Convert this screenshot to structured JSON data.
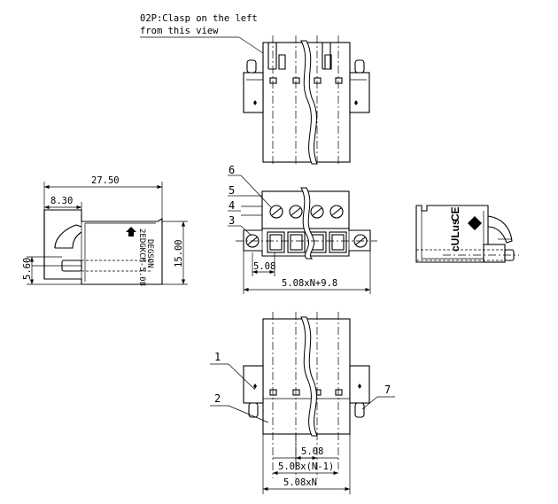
{
  "note": {
    "line1": "02P:Clasp on the left",
    "line2": "from this view"
  },
  "dimensions": {
    "overall_length": "27.50",
    "offset": "8.30",
    "height": "15.00",
    "pin_height": "5.60",
    "pitch_front": "5.08",
    "front_total": "5.08xN+9.8",
    "pitch_bottom": "5.08",
    "pitch_span": "5.08x(N-1)",
    "bottom_total": "5.08xN"
  },
  "callouts": {
    "c1": "1",
    "c2": "2",
    "c3": "3",
    "c4": "4",
    "c5": "5",
    "c6": "6",
    "c7": "7"
  },
  "side_marking": {
    "line1": "2EDGKCM-5.08",
    "line2": "DEGSON"
  },
  "certification_marks": {
    "ul": "cULus",
    "ce": "CE"
  }
}
